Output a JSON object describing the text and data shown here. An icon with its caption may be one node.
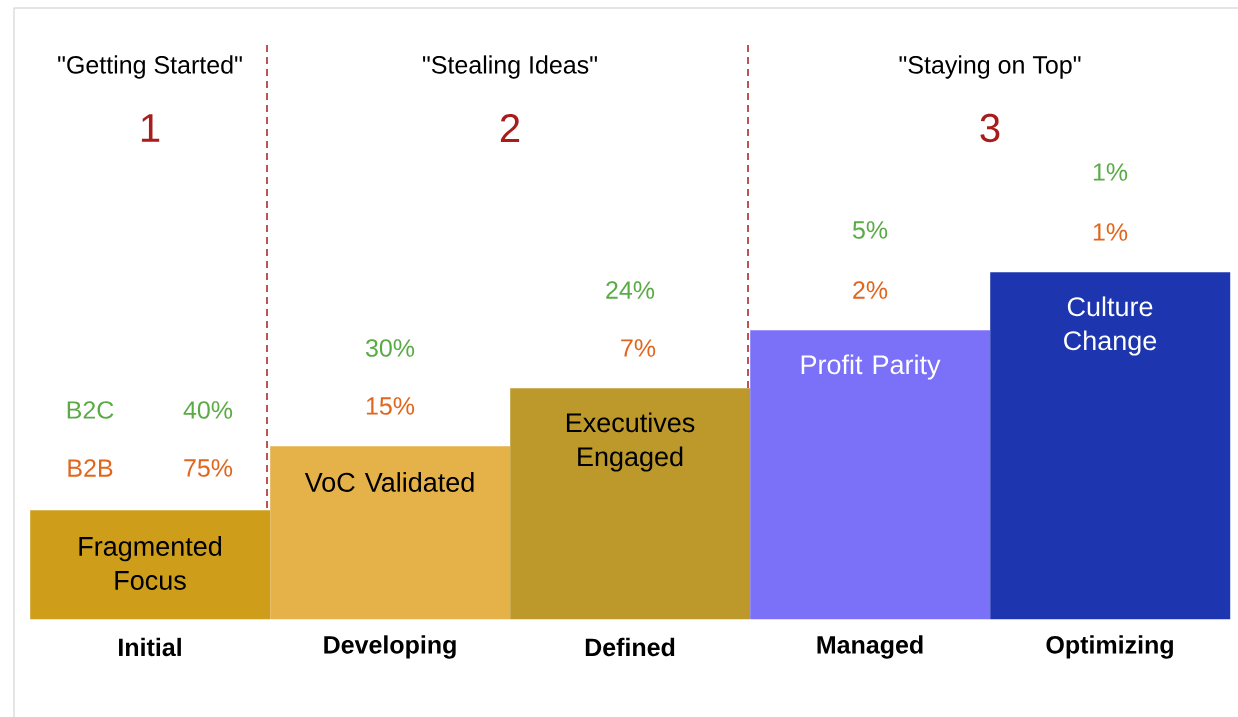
{
  "diagram": {
    "nodes": [
      {
        "text": [
          "Fragmented Focus"
        ],
        "beside": [
          "Initial",
          "40%",
          "75%"
        ]
      },
      {
        "text": [
          "VoC Validated"
        ],
        "beside": [
          "Developing",
          "30%",
          "15%"
        ]
      },
      {
        "text": [
          "Executives Engaged"
        ],
        "beside": [
          "Defined",
          "24%",
          "7%"
        ]
      },
      {
        "text": [
          "Profit Parity"
        ],
        "beside": [
          "Managed",
          "5%",
          "2%"
        ]
      },
      {
        "text": [
          "Culture Change"
        ],
        "beside": [
          "Optimizing",
          "1%",
          "1%"
        ]
      }
    ],
    "labels": [
      "\"Getting Started\"",
      "1",
      "\"Stealing Ideas\"",
      "2",
      "\"Staying on Top\"",
      "3",
      "B2C",
      "B2B"
    ]
  }
}
